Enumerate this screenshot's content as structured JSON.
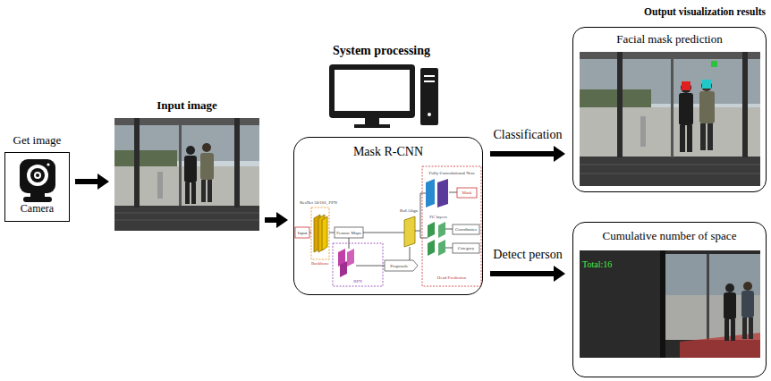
{
  "diagram": {
    "nodes": [
      {
        "text": [
          "Get image",
          "Camera"
        ]
      },
      {
        "text": [
          "Input image"
        ]
      },
      {
        "text": [
          "Mask R-CNN"
        ]
      },
      {
        "text": [
          "Facial mask prediction"
        ]
      },
      {
        "text": [
          "Cumulative number of space"
        ]
      }
    ],
    "edges": [
      {
        "from": 0,
        "to": 1,
        "arrow": "to"
      },
      {
        "from": 1,
        "to": 2,
        "arrow": "to"
      },
      {
        "from": 2,
        "to": 3,
        "arrow": "to",
        "label": "Classification"
      },
      {
        "from": 2,
        "to": 4,
        "arrow": "to",
        "label": "Detect person"
      }
    ],
    "labels": [
      "System processing",
      "Output visualization results",
      "Total:16",
      "ResNet 50/101, FPN",
      "Input",
      "Backbone",
      "Feature Maps",
      "RPN",
      "Proposals",
      "RoI Align",
      "Fully Convolutional Nets",
      "Mask",
      "FC layers",
      "Coordinates",
      "Category",
      "Head Prediction"
    ]
  }
}
